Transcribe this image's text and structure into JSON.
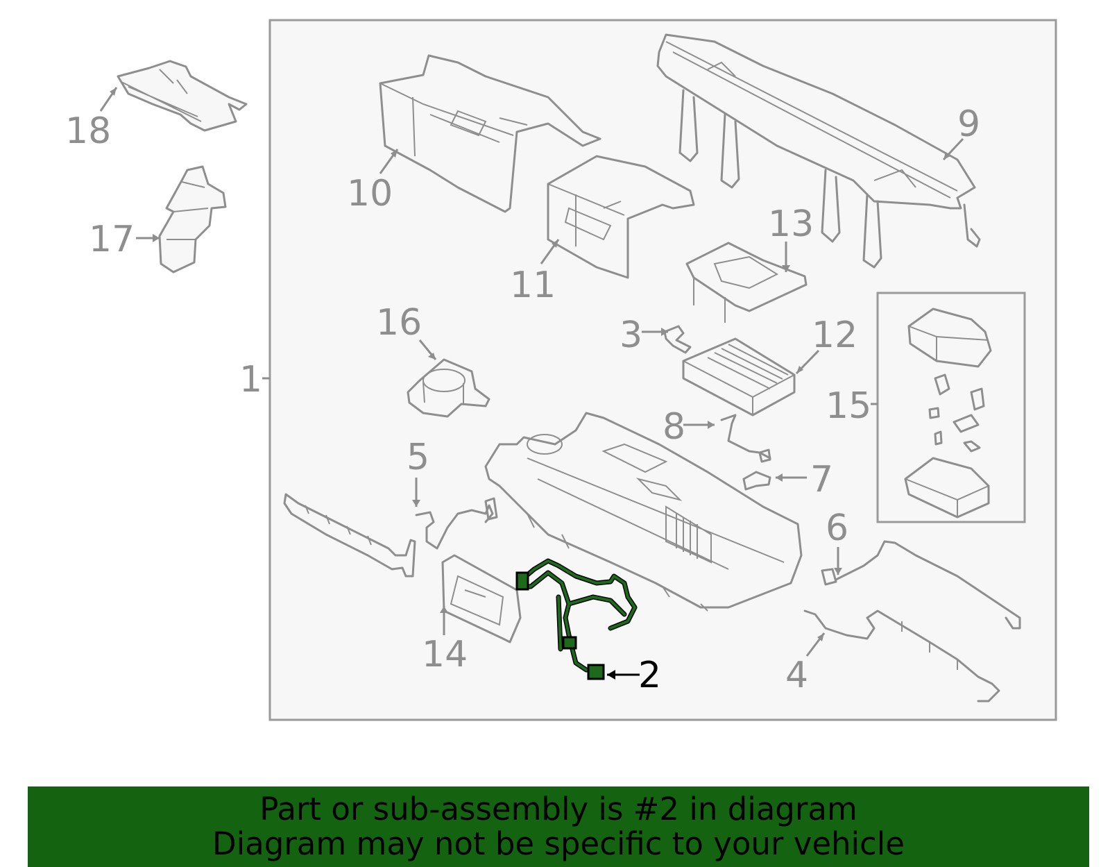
{
  "diagram": {
    "callouts": {
      "c1": "1",
      "c2": "2",
      "c3": "3",
      "c4": "4",
      "c5": "5",
      "c6": "6",
      "c7": "7",
      "c8": "8",
      "c9": "9",
      "c10": "10",
      "c11": "11",
      "c12": "12",
      "c13": "13",
      "c14": "14",
      "c15": "15",
      "c16": "16",
      "c17": "17",
      "c18": "18"
    },
    "highlighted_part": "2",
    "colors": {
      "highlight": "#136310",
      "part_line": "#8e8e8e",
      "frame_bg": "#f7f7f7"
    }
  },
  "banner": {
    "line1": "Part or sub-assembly is #2 in diagram",
    "line2": "Diagram may not be specific to your vehicle"
  }
}
